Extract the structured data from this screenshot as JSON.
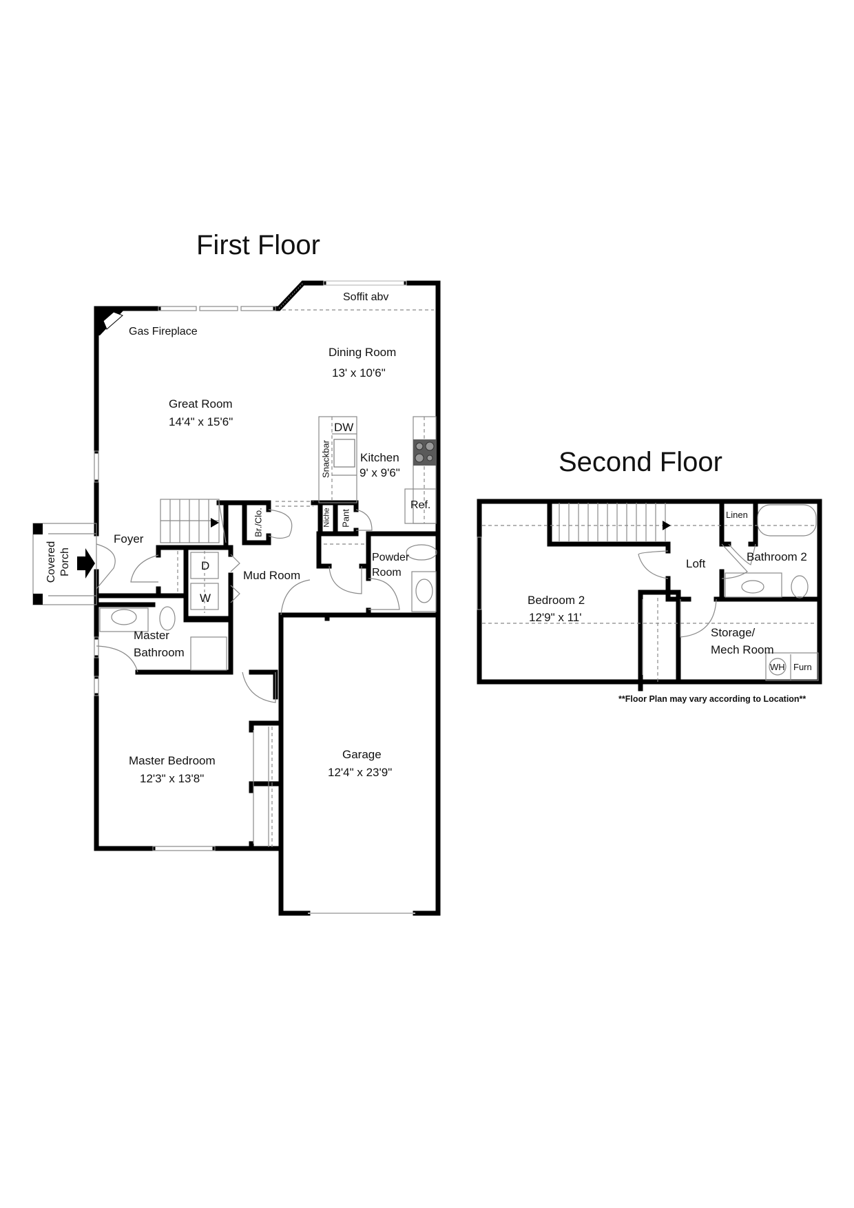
{
  "titles": {
    "first_floor": "First Floor",
    "second_floor": "Second Floor"
  },
  "first_floor": {
    "soffit": "Soffit abv",
    "gas_fireplace": "Gas Fireplace",
    "dining_room": {
      "name": "Dining Room",
      "size": "13' x 10'6\""
    },
    "great_room": {
      "name": "Great Room",
      "size": "14'4\" x 15'6\""
    },
    "kitchen": {
      "name": "Kitchen",
      "size": "9' x 9'6\""
    },
    "dishwasher": "DW",
    "snackbar": "Snackbar",
    "refrigerator": "Ref.",
    "niche": "Niche",
    "pantry": "Pant",
    "broom_closet": "Br./Clo.",
    "foyer": "Foyer",
    "covered_porch_line1": "Covered",
    "covered_porch_line2": "Porch",
    "dryer": "D",
    "washer": "W",
    "mud_room": "Mud Room",
    "powder_room_line1": "Powder",
    "powder_room_line2": "Room",
    "master_bathroom_line1": "Master",
    "master_bathroom_line2": "Bathroom",
    "master_bedroom": {
      "name": "Master Bedroom",
      "size": "12'3\" x 13'8\""
    },
    "garage": {
      "name": "Garage",
      "size": "12'4\" x 23'9\""
    }
  },
  "second_floor": {
    "linen": "Linen",
    "bathroom_2": "Bathroom 2",
    "loft": "Loft",
    "bedroom_2": {
      "name": "Bedroom 2",
      "size": "12'9\" x 11'"
    },
    "storage_line1": "Storage/",
    "storage_line2": "Mech Room",
    "water_heater": "WH",
    "furnace": "Furn"
  },
  "footnote": "**Floor Plan may vary according to Location**",
  "colors": {
    "wall": "#000000",
    "line": "#9a9a9a",
    "range": "#5a5a5a",
    "background": "#ffffff"
  }
}
